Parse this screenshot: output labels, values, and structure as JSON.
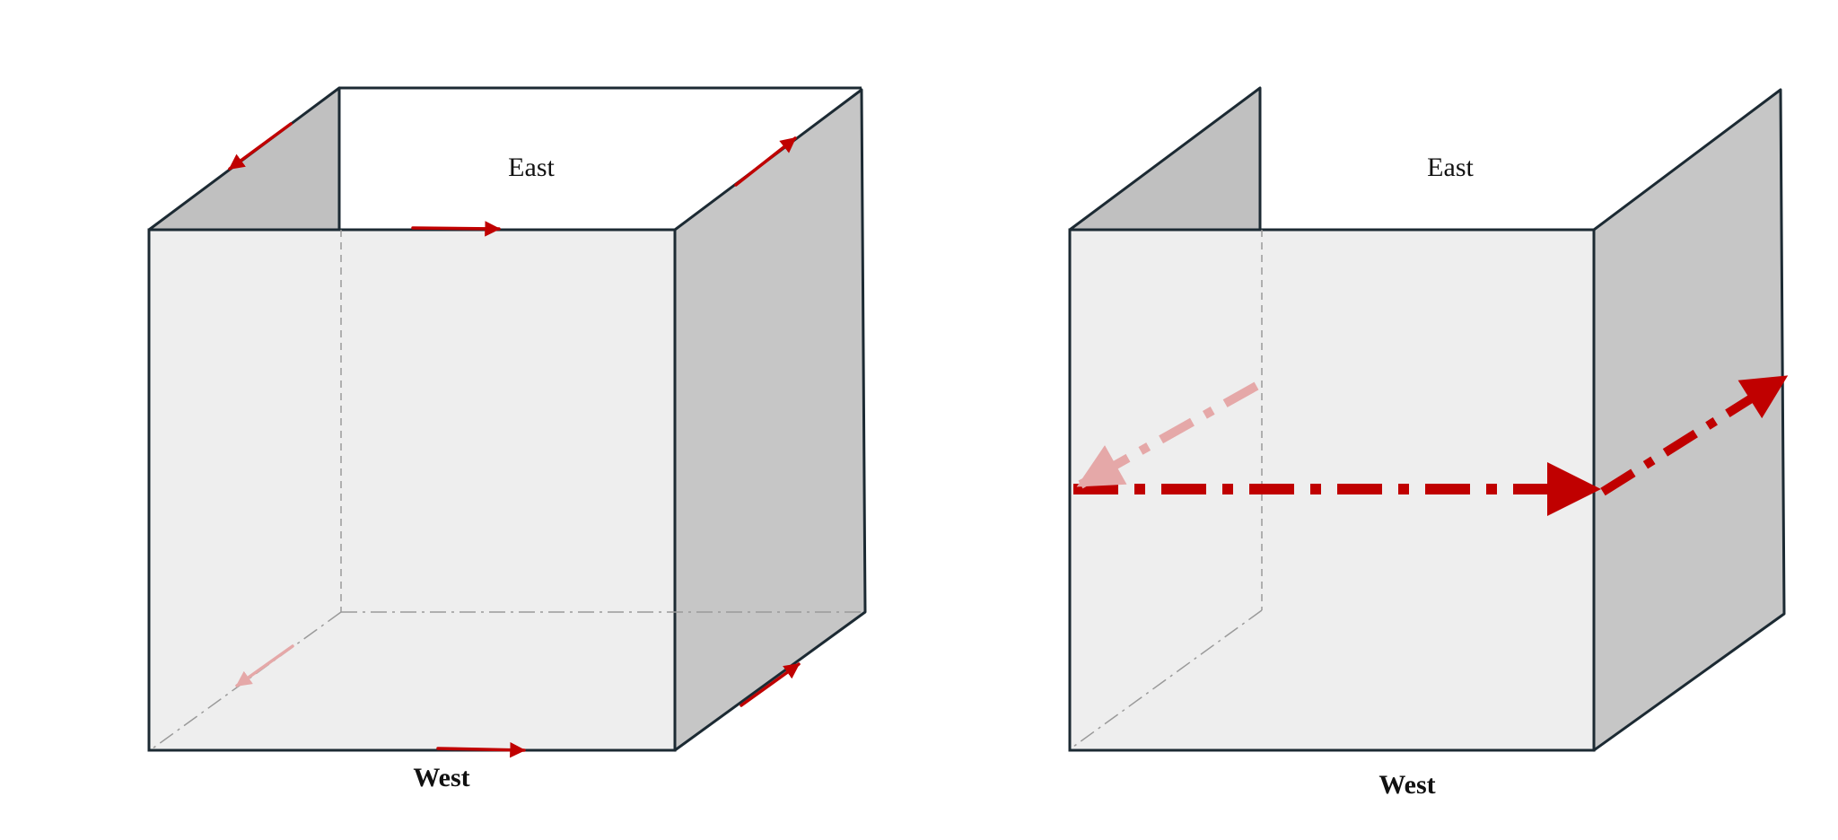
{
  "colors": {
    "front_face": "#ededed",
    "side_face": "#c6c6c6",
    "left_flap": "#c0c0c0",
    "edge": "#1c2a33",
    "hidden_edge": "#9a9a9a",
    "arrow": "#c00000",
    "arrow_faded": "#e5a8a8"
  },
  "panels": [
    {
      "id": "left",
      "east_label": "East",
      "west_label": "West"
    },
    {
      "id": "right",
      "east_label": "East",
      "west_label": "West"
    }
  ]
}
